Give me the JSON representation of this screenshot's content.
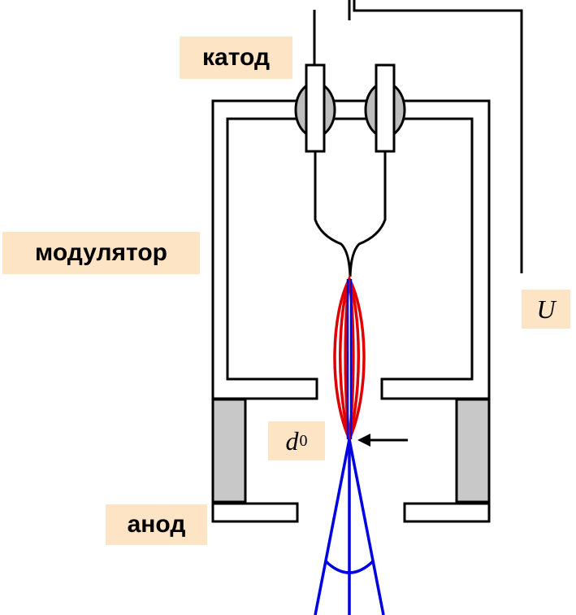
{
  "labels": {
    "cathode": "катод",
    "modulator": "модулятор",
    "anode": "анод",
    "voltage": "U",
    "diameter_symbol": "d",
    "diameter_subscript": "0"
  },
  "colors": {
    "label_background": "#fde4c4",
    "outline": "#000000",
    "anode_fill": "#c8c8c8",
    "insulator_fill": "#bdbdbd",
    "crossover_beam": "#e00000",
    "divergent_beam": "#0000e0"
  }
}
